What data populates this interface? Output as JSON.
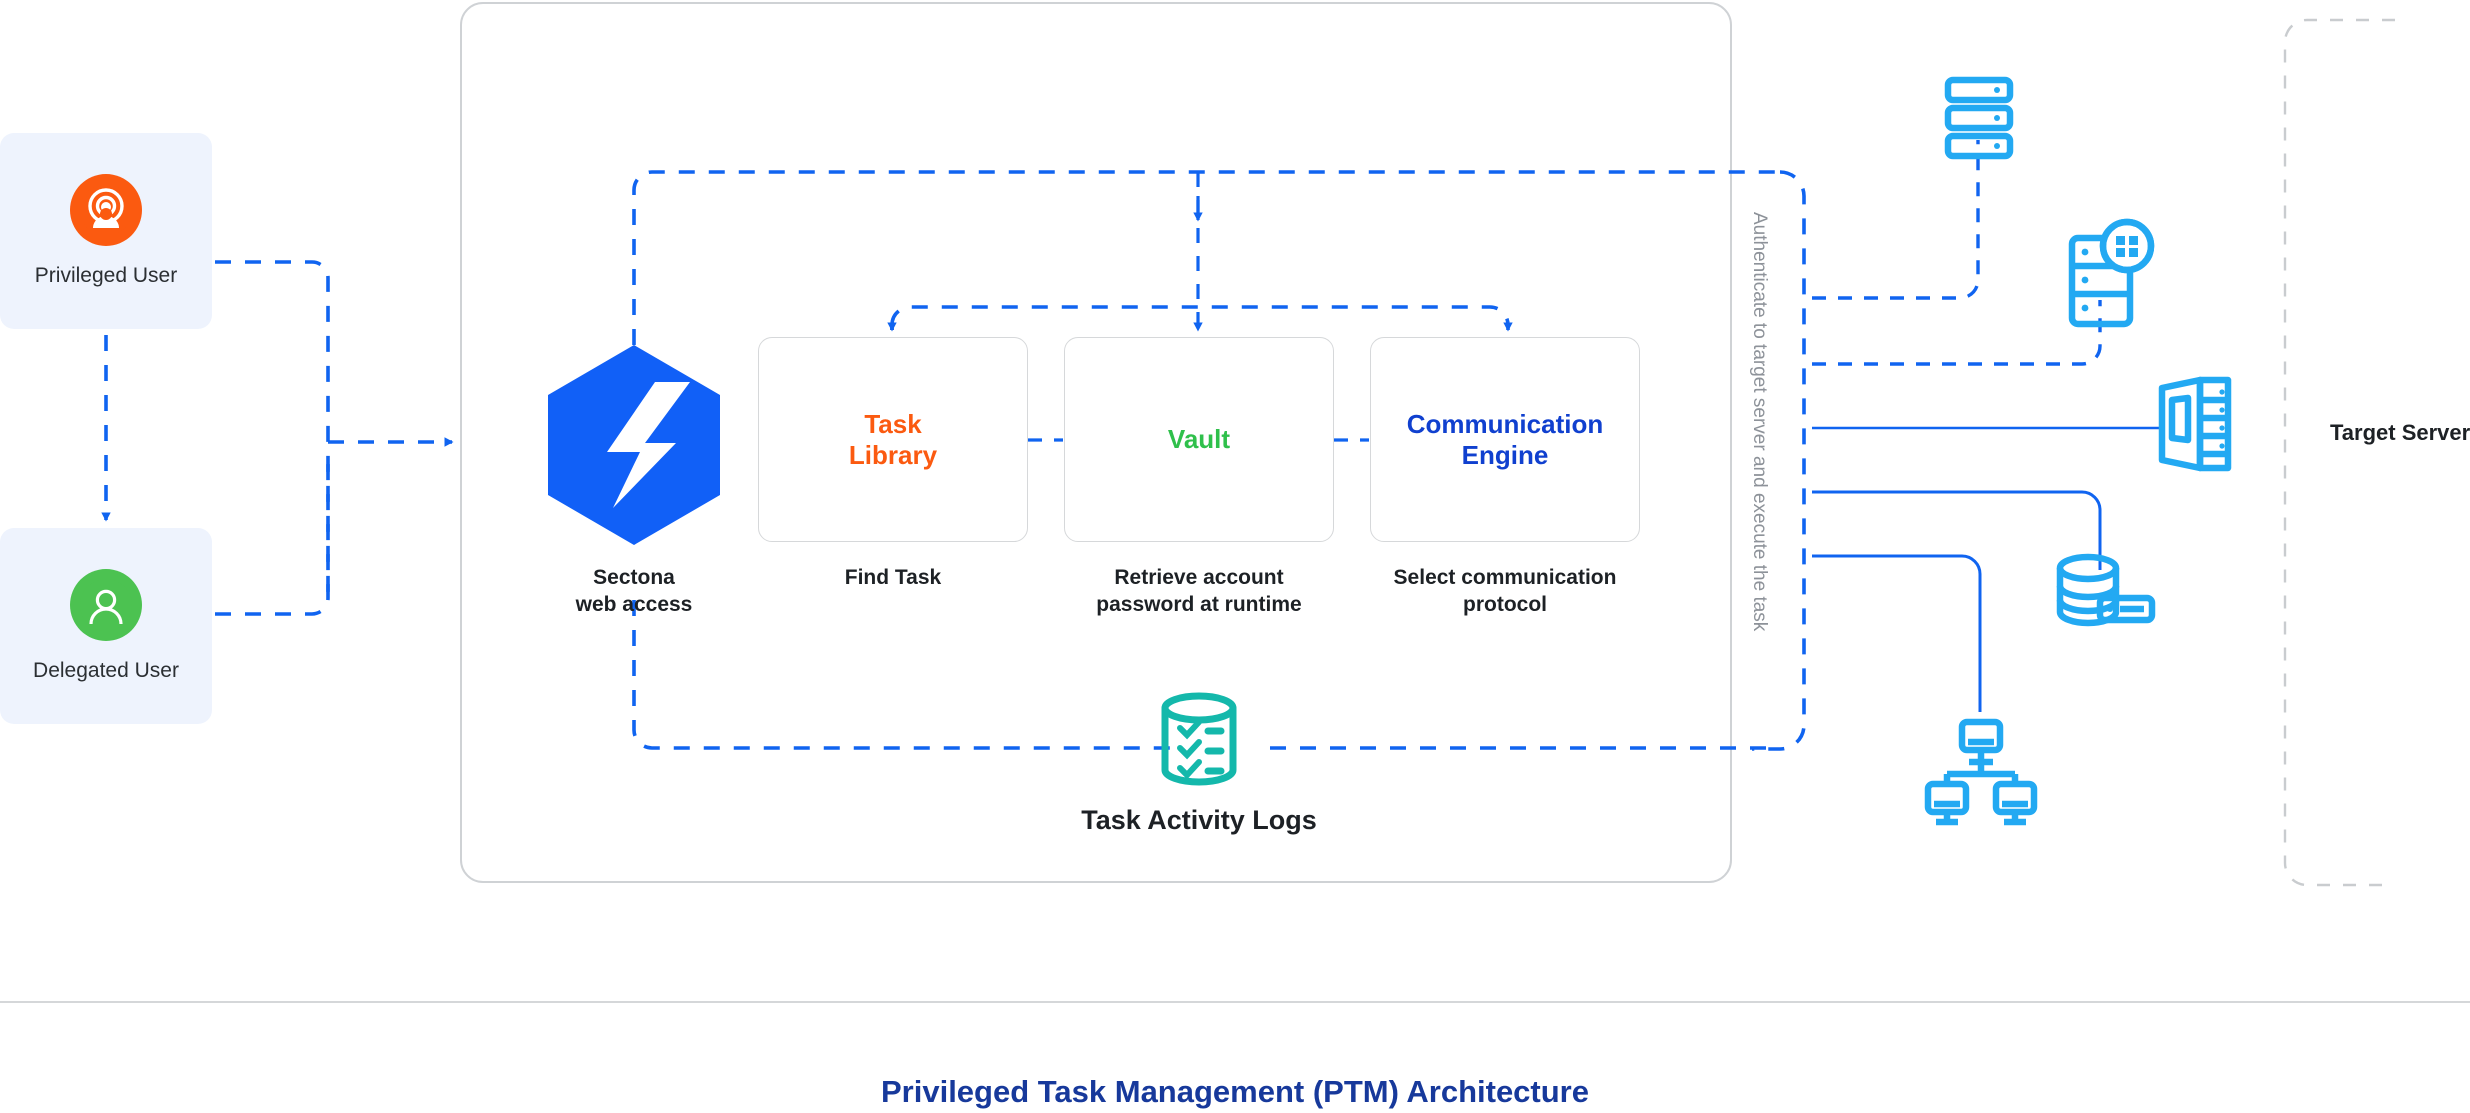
{
  "diagram": {
    "title": "Privileged Task Management (PTM) Architecture",
    "accent_blue": "#1064f0",
    "orange": "#fb5a10",
    "green": "#2fc04b",
    "navy": "#17399b",
    "teal": "#14b8ab",
    "cyan": "#23a9f2"
  },
  "users": [
    {
      "label": "Privileged User",
      "icon": "privileged-user-icon",
      "color": "#fb5a10"
    },
    {
      "label": "Delegated User",
      "icon": "delegated-user-icon",
      "color": "#4cc251"
    }
  ],
  "hex": {
    "icon": "sectona-bolt-hexagon-icon",
    "caption_line1": "Sectona",
    "caption_line2": "web access"
  },
  "steps": [
    {
      "title_line1": "Task",
      "title_line2": "Library",
      "color": "#fb5a10",
      "caption_line1": "Find Task",
      "caption_line2": ""
    },
    {
      "title_line1": "Vault",
      "title_line2": "",
      "color": "#2fc04b",
      "caption_line1": "Retrieve account",
      "caption_line2": "password at runtime"
    },
    {
      "title_line1": "Communication",
      "title_line2": "Engine",
      "color": "#1040cf",
      "caption_line1": "Select communication",
      "caption_line2": "protocol"
    }
  ],
  "logs": {
    "icon": "task-activity-logs-cylinder-icon",
    "label": "Task Activity Logs"
  },
  "authenticate": {
    "label": "Authenticate to target server and execute the task"
  },
  "target": {
    "label": "Target Server",
    "icons": [
      {
        "name": "server-rack-icon"
      },
      {
        "name": "windows-server-icon"
      },
      {
        "name": "server-tower-icon"
      },
      {
        "name": "database-storage-icon"
      },
      {
        "name": "network-topology-icon"
      }
    ]
  }
}
